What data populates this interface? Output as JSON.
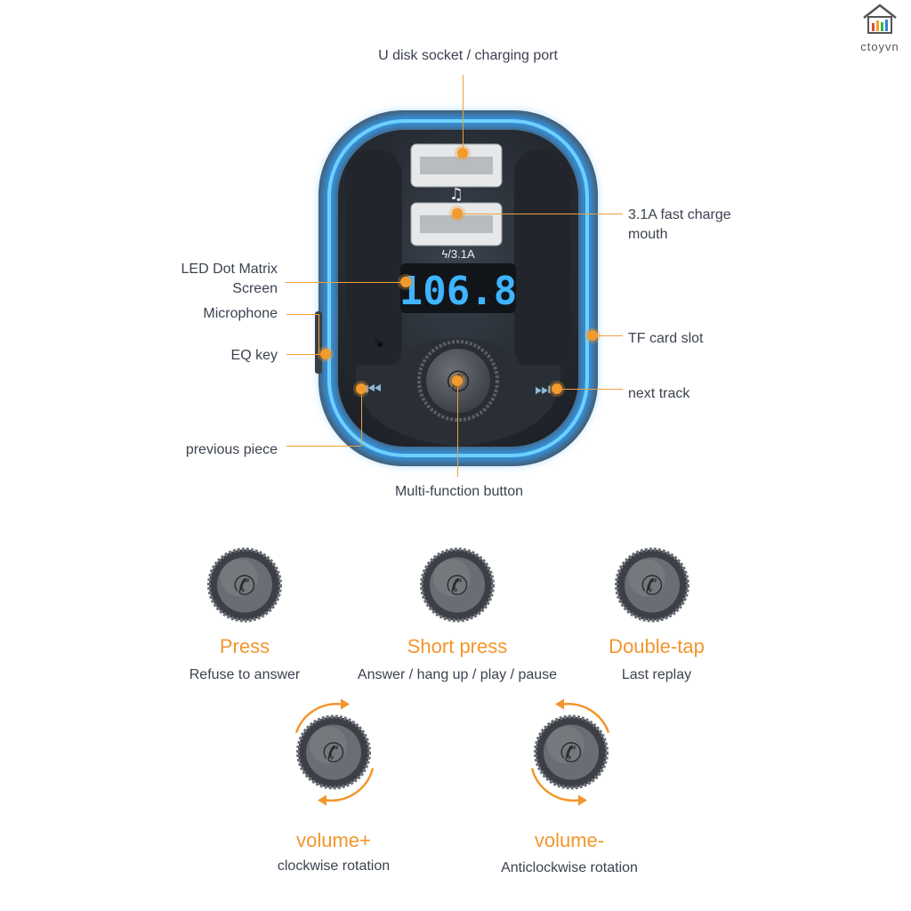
{
  "logo": {
    "name": "ctoyvn",
    "sub": ""
  },
  "device": {
    "display": "106.8",
    "port_badge": "3.1A"
  },
  "labels": {
    "usb_port": "U disk socket / charging port",
    "fast_charge": "3.1A fast charge",
    "fast_charge_2": "mouth",
    "led_1": "LED Dot Matrix",
    "led_2": "Screen",
    "microphone": "Microphone",
    "eq_key": "EQ key",
    "tf_card": "TF card slot",
    "next_track": "next track",
    "previous": "previous piece",
    "multifunction": "Multi-function button"
  },
  "actions": [
    {
      "title": "Press",
      "desc": "Refuse to answer"
    },
    {
      "title": "Short press",
      "desc": "Answer / hang up / play / pause"
    },
    {
      "title": "Double-tap",
      "desc": "Last replay"
    },
    {
      "title": "volume+",
      "desc": "clockwise rotation"
    },
    {
      "title": "volume-",
      "desc": "Anticlockwise rotation"
    }
  ],
  "colors": {
    "accent": "#f2962c",
    "glow": "#2fa3ff",
    "body": "#2b3038"
  },
  "icons": [
    "phone-icon",
    "music-note-icon",
    "lightning-icon",
    "previous-icon",
    "next-icon",
    "house-logo-icon"
  ]
}
